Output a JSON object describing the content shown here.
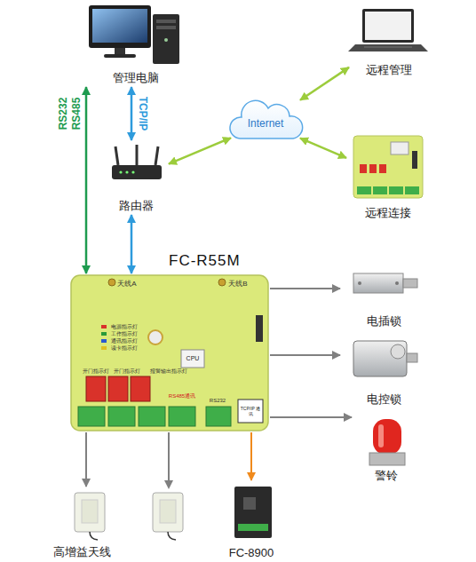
{
  "diagram": {
    "nodes": [
      {
        "text": [
          "管理电脑"
        ]
      },
      {
        "text": [
          "远程管理"
        ]
      },
      {
        "text": [
          "Internet"
        ]
      },
      {
        "text": [
          "路由器"
        ]
      },
      {
        "text": [
          "远程连接"
        ]
      },
      {
        "text": [
          "FC-R55M"
        ]
      },
      {
        "text": [
          "电插锁"
        ]
      },
      {
        "text": [
          "电控锁"
        ]
      },
      {
        "text": [
          "警铃"
        ]
      },
      {
        "text": [
          "高增益天线"
        ]
      },
      {
        "text": [
          "FC-8900"
        ]
      }
    ],
    "edges": [
      {
        "from": 0,
        "to": 5,
        "arrow": "both",
        "label": "RS485"
      },
      {
        "from": 0,
        "to": 3,
        "arrow": "both",
        "label": "TCP/IP"
      },
      {
        "from": 3,
        "to": 5,
        "arrow": "both"
      },
      {
        "from": 3,
        "to": 2,
        "arrow": "both"
      },
      {
        "from": 2,
        "to": 1,
        "arrow": "both"
      },
      {
        "from": 2,
        "to": 4,
        "arrow": "both"
      },
      {
        "from": 5,
        "to": 6,
        "arrow": "to"
      },
      {
        "from": 5,
        "to": 7,
        "arrow": "to"
      },
      {
        "from": 5,
        "to": 8,
        "arrow": "to"
      },
      {
        "from": 5,
        "to": 9,
        "arrow": "to"
      },
      {
        "from": 5,
        "to": 10,
        "arrow": "to"
      }
    ],
    "labels": [
      "RS232",
      "天线A",
      "天线B",
      "电源指示灯",
      "工作指示灯",
      "通讯指示灯",
      "读卡指示灯",
      "CPU",
      "开门指示灯",
      "开门指示灯",
      "报警输出指示灯",
      "RS485通讯",
      "RS232",
      "TCP/IP 通讯"
    ]
  }
}
